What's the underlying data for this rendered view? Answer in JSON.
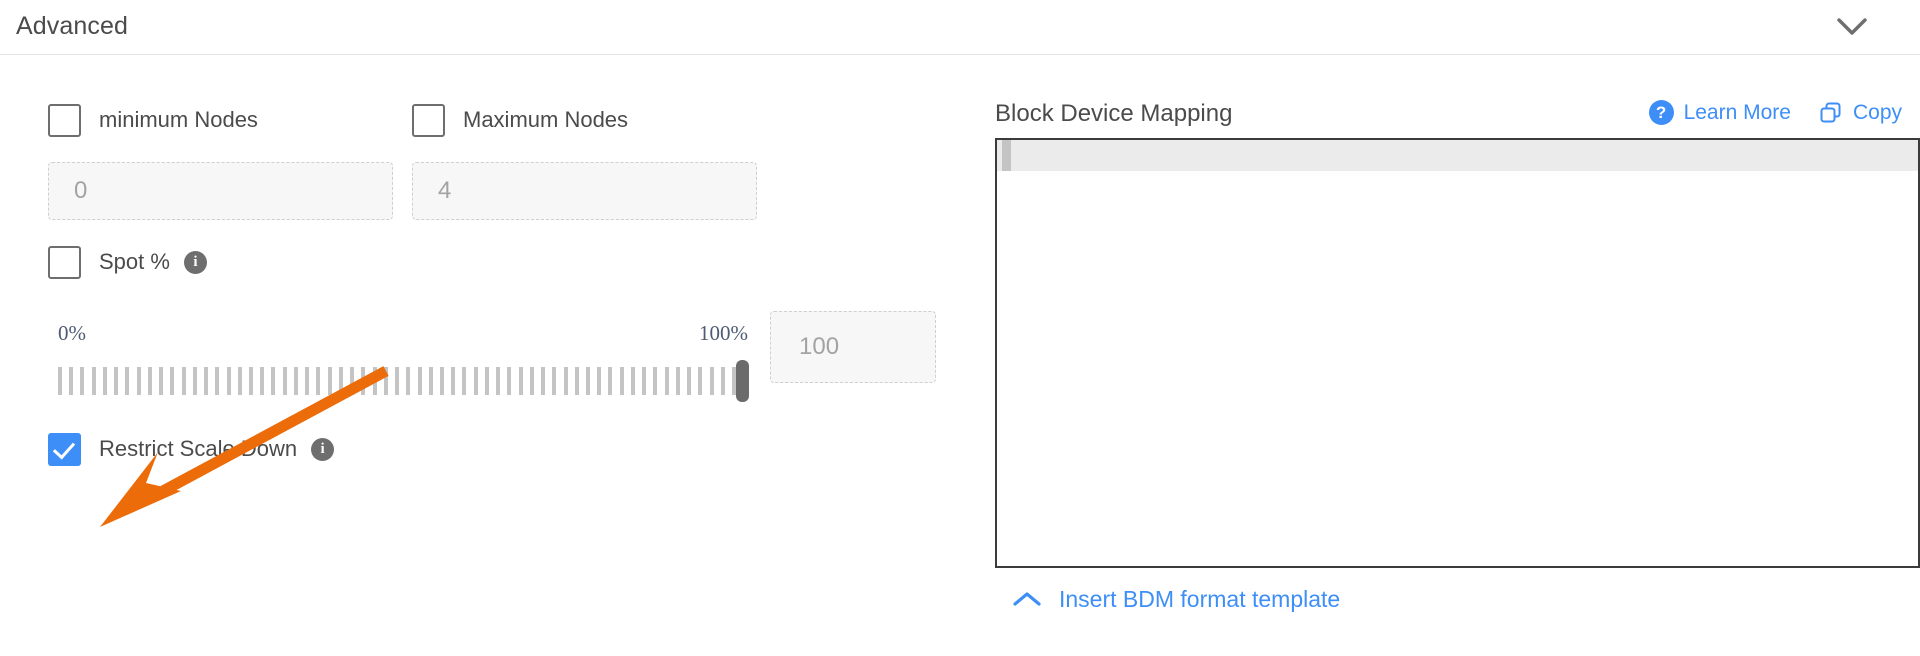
{
  "header": {
    "title": "Advanced",
    "collapse_icon": "chevron-down-icon"
  },
  "left": {
    "min_nodes": {
      "label": "minimum Nodes",
      "checked": false,
      "input_placeholder": "0"
    },
    "max_nodes": {
      "label": "Maximum Nodes",
      "checked": false,
      "input_placeholder": "4"
    },
    "spot": {
      "label": "Spot %",
      "checked": false,
      "info_icon": "info-icon",
      "info_glyph": "i"
    },
    "slider": {
      "min_label": "0%",
      "max_label": "100%",
      "value": "100",
      "value_placeholder": "100",
      "tick_count": 62
    },
    "restrict_scale_down": {
      "label": "Restrict Scale Down",
      "checked": true,
      "info_icon": "info-icon",
      "info_glyph": "i"
    }
  },
  "right": {
    "title": "Block Device Mapping",
    "learn_more": {
      "label": "Learn More",
      "icon": "question-circle-icon",
      "glyph": "?"
    },
    "copy": {
      "label": "Copy",
      "icon": "copy-icon"
    },
    "editor": {
      "content": "",
      "active_line_text": ""
    },
    "footer_link": {
      "label": "Insert BDM format template",
      "icon": "chevron-up-icon"
    }
  },
  "colors": {
    "accent_blue": "#3e8ef7",
    "annotation_orange": "#ed6c0a",
    "text_gray": "#4b4b4b",
    "border_gray": "#6e6e6e"
  }
}
